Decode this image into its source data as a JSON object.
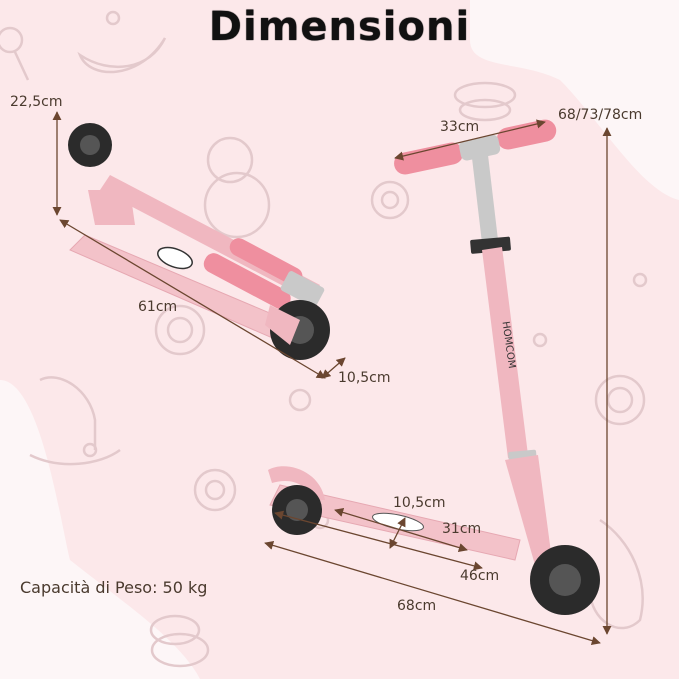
{
  "title": "Dimensioni",
  "colors": {
    "background": "#fce8ea",
    "background_light": "#fdf6f7",
    "scooter_pink": "#f0b7c0",
    "grip_pink": "#ef8f9f",
    "wheel": "#2b2b2b",
    "metal": "#c9c9c9",
    "dimension_line": "#6b4630",
    "label_text": "#4a3a2e",
    "doodle": "#e3c9cc"
  },
  "folded_scooter": {
    "height_label": "22,5cm",
    "length_label": "61cm",
    "width_label": "10,5cm"
  },
  "upright_scooter": {
    "handlebar_width_label": "33cm",
    "height_label": "68/73/78cm",
    "deck_width_label": "10,5cm",
    "deck_usable_length_label": "31cm",
    "deck_length_label": "46cm",
    "total_length_label": "68cm",
    "stem_brand_text": "HOMCOM"
  },
  "capacity_label": "Capacità di Peso: 50 kg"
}
